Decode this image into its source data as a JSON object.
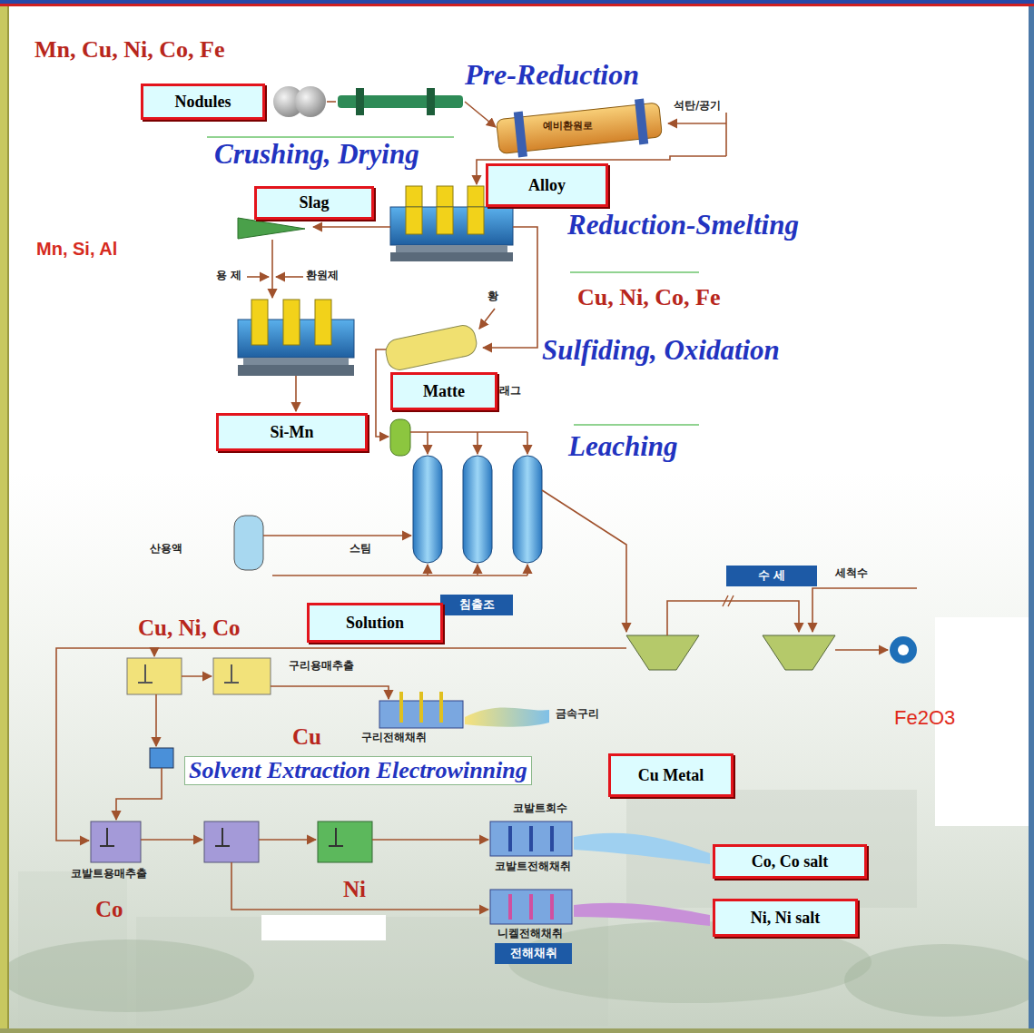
{
  "diagram": {
    "nodes": [
      {
        "text": [
          "Nodules"
        ]
      },
      {
        "text": [
          "Alloy"
        ]
      },
      {
        "text": [
          "Slag"
        ]
      },
      {
        "text": [
          "Matte"
        ]
      },
      {
        "text": [
          "Si-Mn"
        ]
      },
      {
        "text": [
          "수 세"
        ]
      },
      {
        "text": [
          "침출조"
        ]
      },
      {
        "text": [
          "Solution"
        ]
      },
      {
        "text": [
          "Cu Metal"
        ]
      },
      {
        "text": [
          "Co, Co salt"
        ]
      },
      {
        "text": [
          "Ni, Ni salt"
        ]
      },
      {
        "text": [
          "전해채취"
        ]
      }
    ],
    "labels": [
      "Mn, Cu, Ni, Co, Fe",
      "Pre-Reduction",
      "예비환원로",
      "석탄/공기",
      "Crushing, Drying",
      "Reduction-Smelting",
      "Mn, Si, Al",
      "용 제",
      "환원제",
      "Cu, Ni, Co, Fe",
      "황",
      "Sulfiding, Oxidation",
      "래그",
      "Leaching",
      "산용액",
      "스팀",
      "세척수",
      "Cu, Ni, Co",
      "구리용매추출",
      "금속구리",
      "Fe2O3",
      "Cu",
      "구리전해채취",
      "Solvent Extraction Electrowinning",
      "코발트회수",
      "코발트용매추출",
      "코발트전해채취",
      "Co",
      "Ni",
      "니켈전해채취"
    ]
  }
}
